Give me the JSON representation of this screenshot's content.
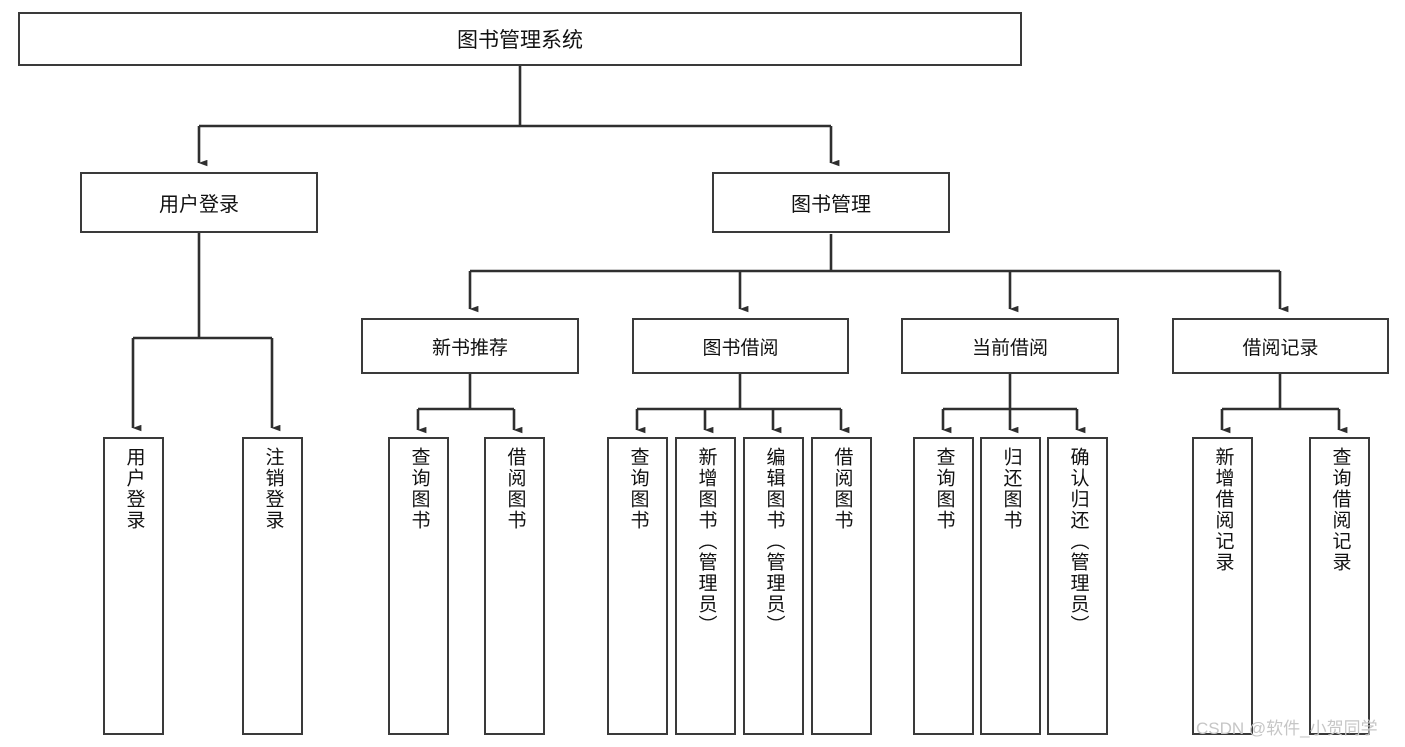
{
  "diagram": {
    "title": "图书管理系统",
    "type": "tree-hierarchy",
    "background_color": "#ffffff",
    "line_color": "#3a3a3a",
    "text_color": "#111111"
  },
  "watermark": {
    "text": "CSDN @软件_小贺同学",
    "color": "#c6c6c6"
  },
  "nodes": {
    "root": {
      "label": "图书管理系统"
    },
    "level1": [
      {
        "label": "用户登录"
      },
      {
        "label": "图书管理"
      }
    ],
    "level2": [
      {
        "label": "新书推荐"
      },
      {
        "label": "图书借阅"
      },
      {
        "label": "当前借阅"
      },
      {
        "label": "借阅记录"
      }
    ],
    "leaves": {
      "user_login": [
        {
          "label": "用户登录"
        },
        {
          "label": "注销登录"
        }
      ],
      "new_book_recommend": [
        {
          "label": "查询图书"
        },
        {
          "label": "借阅图书"
        }
      ],
      "book_borrow": [
        {
          "label": "查询图书"
        },
        {
          "label": "新增图书（管理员）"
        },
        {
          "label": "编辑图书（管理员）"
        },
        {
          "label": "借阅图书"
        }
      ],
      "current_borrow": [
        {
          "label": "查询图书"
        },
        {
          "label": "归还图书"
        },
        {
          "label": "确认归还（管理员）"
        }
      ],
      "borrow_record": [
        {
          "label": "新增借阅记录"
        },
        {
          "label": "查询借阅记录"
        }
      ]
    }
  }
}
